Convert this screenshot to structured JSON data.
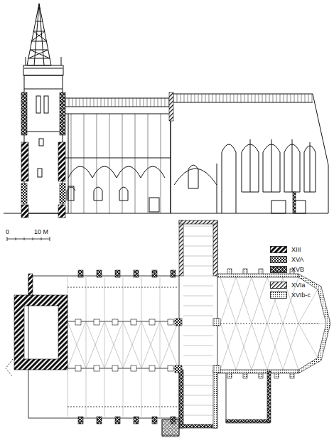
{
  "diagram": {
    "labels": [
      "0",
      "10 M"
    ],
    "legend": [
      {
        "text": "XIII"
      },
      {
        "text": "XVA"
      },
      {
        "text": "XVB"
      },
      {
        "text": "XVIa"
      },
      {
        "text": "XVIb-c"
      }
    ]
  }
}
